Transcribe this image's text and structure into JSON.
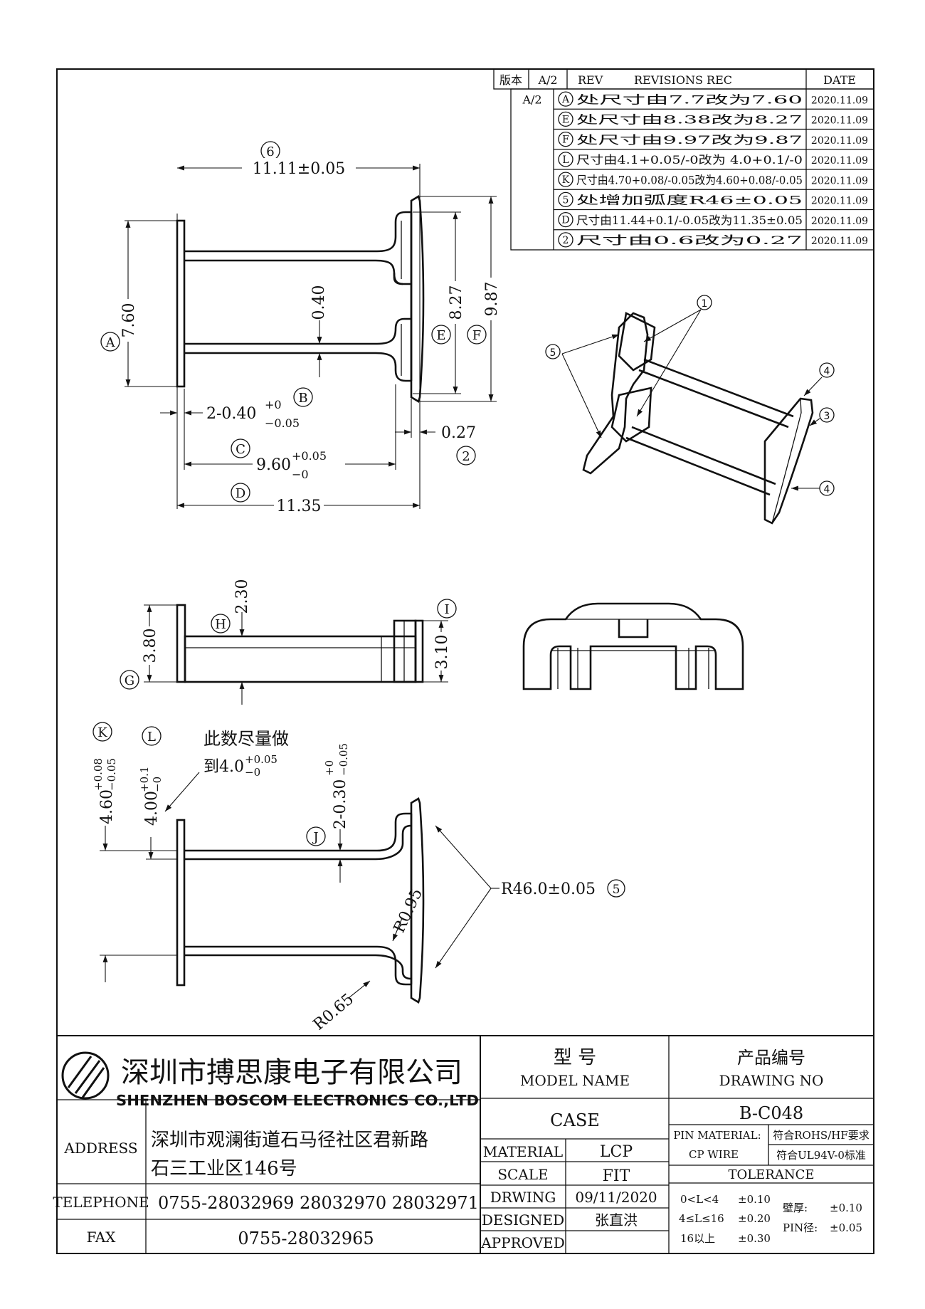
{
  "revision_table": {
    "header": {
      "version_label": "版本",
      "version_value": "A/2",
      "rev": "REV",
      "revisions_rec": "REVISIONS REC",
      "date": "DATE"
    },
    "rows": [
      {
        "version": "A/2",
        "mark": "A",
        "text": "处尺寸由7.7改为7.60",
        "date": "2020.11.09"
      },
      {
        "version": "",
        "mark": "E",
        "text": "处尺寸由8.38改为8.27",
        "date": "2020.11.09"
      },
      {
        "version": "",
        "mark": "F",
        "text": "处尺寸由9.97改为9.87",
        "date": "2020.11.09"
      },
      {
        "version": "",
        "mark": "L",
        "text": "尺寸由4.1+0.05/-0改为 4.0+0.1/-0",
        "date": "2020.11.09"
      },
      {
        "version": "",
        "mark": "K",
        "text": "尺寸由4.70+0.08/-0.05改为4.60+0.08/-0.05",
        "date": "2020.11.09"
      },
      {
        "version": "",
        "mark": "5",
        "text": "处增加弧度R46±0.05",
        "date": "2020.11.09"
      },
      {
        "version": "",
        "mark": "D",
        "text": "尺寸由11.44+0.1/-0.05改为11.35±0.05",
        "date": "2020.11.09"
      },
      {
        "version": "",
        "mark": "2",
        "text": "尺寸由0.6改为0.27",
        "date": "2020.11.09"
      }
    ]
  },
  "dimensions": {
    "d6_mark": "6",
    "d6": "11.11±0.05",
    "dA_mark": "A",
    "dA": "7.60",
    "d040": "0.40",
    "dE_mark": "E",
    "dE": "8.27",
    "dF_mark": "F",
    "dF": "9.87",
    "dB_mark": "B",
    "dB": "2-0.40+0/-0.05",
    "d027": "0.27",
    "d2_mark": "2",
    "dC_mark": "C",
    "dC": "9.60+0.05/-0",
    "dD_mark": "D",
    "dD": "11.35",
    "dH_mark": "H",
    "dH": "2.30",
    "dG_mark": "G",
    "dG": "3.80",
    "dI_mark": "I",
    "dI": "3.10",
    "dK_mark": "K",
    "dK": "4.60+0.08/-0.05",
    "dL_mark": "L",
    "dL": "4.00+0.1/-0",
    "note_line1": "此数尽量做",
    "note_line2": "到4.0+0.05/-0",
    "dJ_mark": "J",
    "dJ": "2-0.30+0/-0.05",
    "r095": "R0.95",
    "r065": "R0.65",
    "r46": "R46.0±0.05",
    "r46_mark": "5",
    "iso_marks": [
      "1",
      "5",
      "4",
      "3",
      "4"
    ]
  },
  "title_block": {
    "company_cn": "深圳市搏思康电子有限公司",
    "company_en": "SHENZHEN BOSCOM ELECTRONICS CO.,LTD",
    "address_label": "ADDRESS",
    "address_line1": "深圳市观澜街道石马径社区君新路",
    "address_line2": "石三工业区146号",
    "telephone_label": "TELEPHONE",
    "telephone": "0755-28032969 28032970 28032971",
    "fax_label": "FAX",
    "fax": "0755-28032965",
    "model_cn": "型    号",
    "model_en": "MODEL NAME",
    "model_value": "CASE",
    "drawing_cn": "产品编号",
    "drawing_en": "DRAWING NO",
    "drawing_value": "B-C048",
    "material_label": "MATERIAL",
    "material": "LCP",
    "scale_label": "SCALE",
    "scale": "FIT",
    "drawing_date_label": "DRWING",
    "drawing_date": "09/11/2020",
    "designed_label": "DESIGNED",
    "designed": "张直洪",
    "approved_label": "APPROVED",
    "approved": "",
    "pin_material_label": "PIN MATERIAL:",
    "pin_material": "CP WIRE",
    "rohs": "符合ROHS/HF要求",
    "ul": "符合UL94V-0标准",
    "tolerance_label": "TOLERANCE",
    "tol_rows": [
      {
        "range": "0<L<4",
        "value": "±0.10"
      },
      {
        "range": "4≤L≤16",
        "value": "±0.20"
      },
      {
        "range": "16以上",
        "value": "±0.30"
      }
    ],
    "wall_label": "壁厚:",
    "wall": "±0.10",
    "pin_label": "PIN径:",
    "pin": "±0.05"
  }
}
